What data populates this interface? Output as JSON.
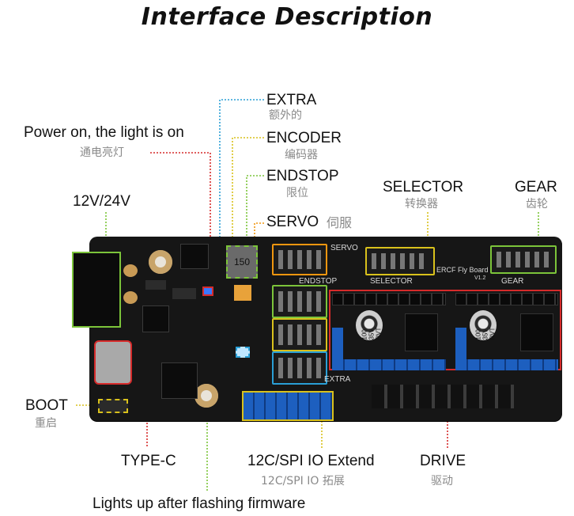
{
  "title": "Interface Description",
  "labels": {
    "extra": {
      "en": "EXTRA",
      "cn": "额外的"
    },
    "encoder": {
      "en": "ENCODER",
      "cn": "编码器"
    },
    "endstop": {
      "en": "ENDSTOP",
      "cn": "限位"
    },
    "servo": {
      "en": "SERVO",
      "cn": "伺服"
    },
    "selector": {
      "en": "SELECTOR",
      "cn": "转换器"
    },
    "gear": {
      "en": "GEAR",
      "cn": "齿轮"
    },
    "power": {
      "en": "Power on, the light is on",
      "cn": "通电亮灯"
    },
    "input": {
      "en": "12V/24V"
    },
    "boot": {
      "en": "BOOT",
      "cn": "重启"
    },
    "typec": {
      "en": "TYPE-C"
    },
    "io": {
      "en": "12C/SPI IO Extend",
      "cn": "12C/SPI IO 拓展"
    },
    "drive": {
      "en": "DRIVE",
      "cn": "驱动"
    },
    "firmware": {
      "en": "Lights up after flashing firmware"
    }
  },
  "silkscreen": {
    "servo": "SERVO",
    "endstop": "ENDSTOP",
    "extra": "EXTRA",
    "selector": "SELECTOR",
    "gear": "GEAR",
    "brand": "ERCF Fly Board",
    "version": "V1.2",
    "inductor": "150",
    "cap": "100 35V RVT"
  },
  "colors": {
    "board": "#161616",
    "extra_line": "#2a9fd6",
    "yellow_line": "#d9c11c",
    "green_line": "#7cc43a",
    "red_line": "#d62b2b",
    "orange": "#f0960f",
    "blue_header": "#1d5fbf"
  }
}
